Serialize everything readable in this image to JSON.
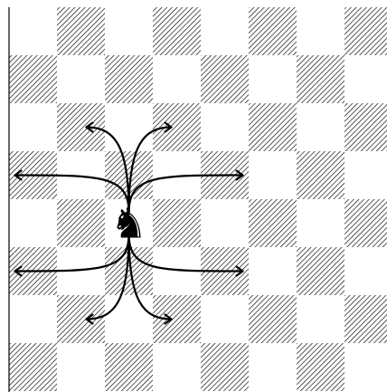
{
  "board": {
    "files": 8,
    "ranks": 8,
    "light_square_color": "#ffffff",
    "dark_square_pattern": "diagonal-hatch",
    "hatch_color": "#000000"
  },
  "piece": {
    "type": "knight",
    "color": "black",
    "glyph": "♞",
    "square": {
      "col": 2,
      "row": 4
    }
  },
  "moves": [
    {
      "col": 1,
      "row": 2
    },
    {
      "col": 3,
      "row": 2
    },
    {
      "col": 0,
      "row": 3
    },
    {
      "col": 4,
      "row": 3
    },
    {
      "col": 0,
      "row": 5
    },
    {
      "col": 4,
      "row": 5
    },
    {
      "col": 1,
      "row": 6
    },
    {
      "col": 3,
      "row": 6
    }
  ]
}
